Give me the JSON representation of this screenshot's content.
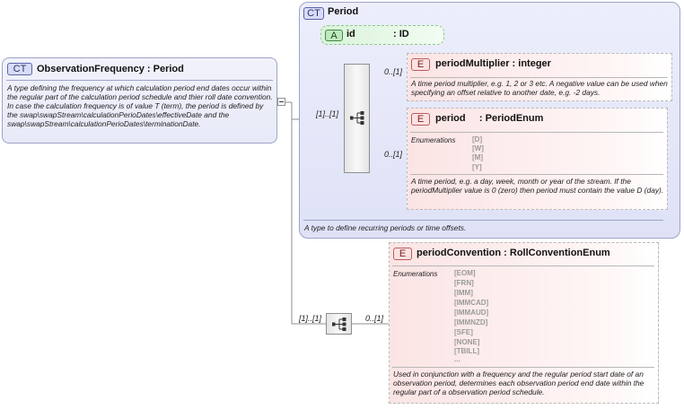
{
  "observation": {
    "badge": "CT",
    "title": "ObservationFrequency",
    "type_sep": ":",
    "type": "Period",
    "description": "A type defining the frequency at which calculation period end dates occur within the regular part of the calculation period schedule and thier roll date convention. In case the calculation frequency is of value T (term), the period is defined by the swap\\swapStream\\calculationPerioDates\\effectiveDate and the swap\\swapStream\\calculationPerioDates\\terminationDate."
  },
  "period_type": {
    "badge": "CT",
    "title": "Period",
    "footer": "A type to define recurring periods or time offsets."
  },
  "id_attribute": {
    "badge": "A",
    "name": "id",
    "type": ": ID"
  },
  "period_multiplier": {
    "badge": "E",
    "title": "periodMultiplier : integer",
    "cardinality": "0..[1]",
    "description": "A time period multiplier, e.g. 1, 2 or 3 etc. A negative value can be used when specifying an offset relative to another date, e.g. -2 days."
  },
  "period_elem": {
    "badge": "E",
    "title": "period     : PeriodEnum",
    "cardinality": "0..[1]",
    "enum_label": "Enumerations",
    "enumerations": [
      "[D]",
      "[W]",
      "[M]",
      "[Y]"
    ],
    "description": "A time period, e.g. a day, week, month or year of the stream. If the periodMultiplier value is 0 (zero) then period must contain the value D (day)."
  },
  "inner_sequence": {
    "cardinality": "[1]..[1]"
  },
  "roll_convention": {
    "badge": "E",
    "title": "periodConvention : RollConventionEnum",
    "cardinality": "0..[1]",
    "enum_label": "Enumerations",
    "enumerations": [
      "[EOM]",
      "[FRN]",
      "[IMM]",
      "[IMMCAD]",
      "[IMMAUD]",
      "[IMMNZD]",
      "[SFE]",
      "[NONE]",
      "[TBILL]",
      "..."
    ],
    "description": "Used in conjunction with a frequency and the regular period start date of an observation period, determines each observation period end date within the regular part of a observation period schedule."
  },
  "outer_sequence": {
    "cardinality": "[1]..[1]"
  },
  "colors": {
    "complex_type_fill": "#dfe2f7",
    "element_fill": "#fbe4e4",
    "attribute_fill": "#d9f3d9",
    "connector": "#8f8f8f"
  }
}
